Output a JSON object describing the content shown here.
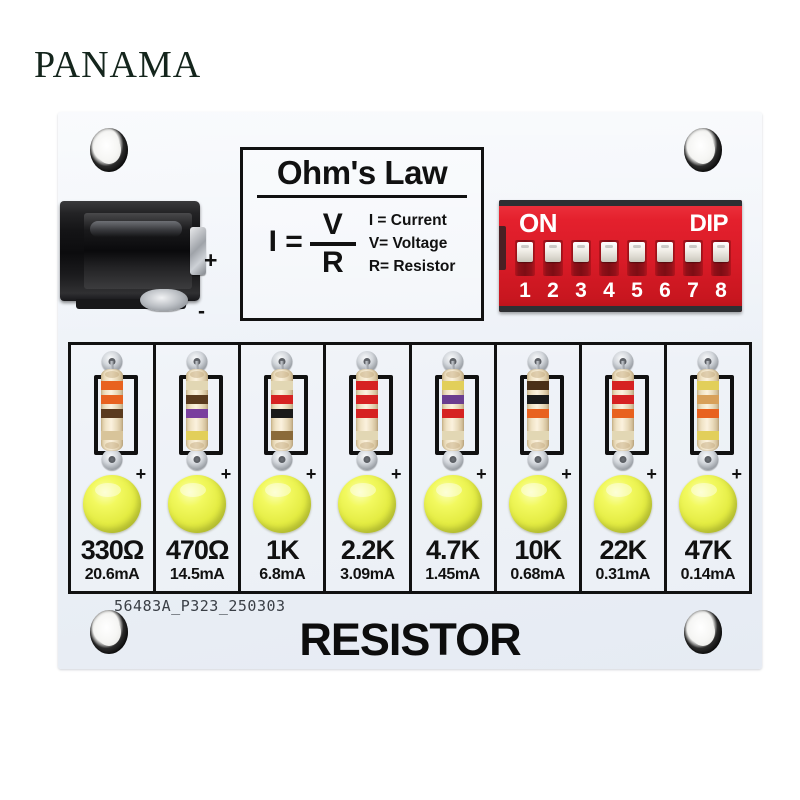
{
  "watermark": "PANAMA",
  "board": {
    "title": "RESISTOR",
    "serial": "56483A_P323_250303",
    "colors": {
      "pcb": "#eef2f8",
      "dip_red": "#e4202d",
      "led_yellow": "#e4ec43",
      "silk_black": "#111111"
    }
  },
  "dc_jack": {
    "name": "dc-power-jack",
    "plus_label": "+",
    "minus_label": "-"
  },
  "ohm_law": {
    "title": "Ohm's Law",
    "formula_lhs": "I =",
    "numerator": "V",
    "denominator": "R",
    "legend": [
      "I = Current",
      "V= Voltage",
      "R= Resistor"
    ]
  },
  "dip_switch": {
    "on_label": "ON",
    "type_label": "DIP",
    "numbers": [
      "1",
      "2",
      "3",
      "4",
      "5",
      "6",
      "7",
      "8"
    ],
    "positions": [
      "off",
      "off",
      "off",
      "off",
      "off",
      "off",
      "off",
      "off"
    ]
  },
  "channels": [
    {
      "value": "330Ω",
      "current": "20.6mA",
      "plus": "+",
      "bands": [
        "#e8621f",
        "#e8621f",
        "#5a3a1e",
        "#d8c49a"
      ]
    },
    {
      "value": "470Ω",
      "current": "14.5mA",
      "plus": "+",
      "bands": [
        "#e2d7b4",
        "#5a3a1e",
        "#7a3f9e",
        "#e2cf5a"
      ]
    },
    {
      "value": "1K",
      "current": "6.8mA",
      "plus": "+",
      "bands": [
        "#e2d7b4",
        "#d62222",
        "#1a1a1a",
        "#8a6a3a"
      ]
    },
    {
      "value": "2.2K",
      "current": "3.09mA",
      "plus": "+",
      "bands": [
        "#d62222",
        "#d62222",
        "#d62222",
        "#e2d7b4"
      ]
    },
    {
      "value": "4.7K",
      "current": "1.45mA",
      "plus": "+",
      "bands": [
        "#e2cf5a",
        "#6a3d8f",
        "#d62222",
        "#e2d7b4"
      ]
    },
    {
      "value": "10K",
      "current": "0.68mA",
      "plus": "+",
      "bands": [
        "#4a3018",
        "#1a1a1a",
        "#e8621f",
        "#e2d7b4"
      ]
    },
    {
      "value": "22K",
      "current": "0.31mA",
      "plus": "+",
      "bands": [
        "#d62222",
        "#d62222",
        "#e8621f",
        "#e2d7b4"
      ]
    },
    {
      "value": "47K",
      "current": "0.14mA",
      "plus": "+",
      "bands": [
        "#e2cf5a",
        "#d8a05a",
        "#e8621f",
        "#e2cf5a"
      ]
    }
  ]
}
